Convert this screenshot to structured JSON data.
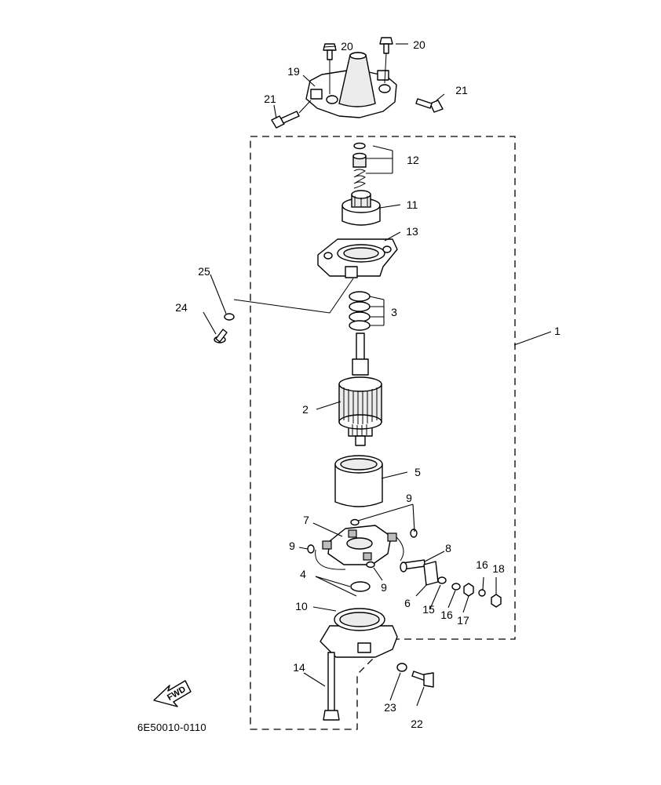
{
  "diagram_code": "6E50010-0110",
  "fwd_label": "FWD",
  "callouts": {
    "c1": "1",
    "c2": "2",
    "c3": "3",
    "c4": "4",
    "c5": "5",
    "c6": "6",
    "c7": "7",
    "c8": "8",
    "c9a": "9",
    "c9b": "9",
    "c9c": "9",
    "c10": "10",
    "c11": "11",
    "c12": "12",
    "c13": "13",
    "c14": "14",
    "c15": "15",
    "c16a": "16",
    "c16b": "16",
    "c17": "17",
    "c18": "18",
    "c19": "19",
    "c20a": "20",
    "c20b": "20",
    "c21a": "21",
    "c21b": "21",
    "c22": "22",
    "c23": "23",
    "c24": "24",
    "c25": "25"
  }
}
